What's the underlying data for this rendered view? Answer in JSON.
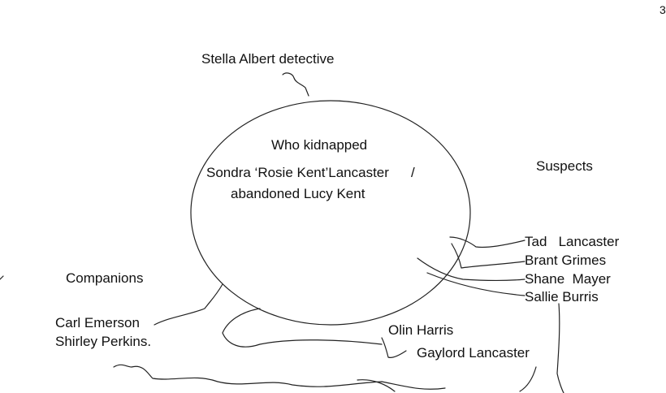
{
  "detective": "Stella Albert detective",
  "center": {
    "line1": "Who kidnapped",
    "line2": "Sondra ‘Rosie Kent’Lancaster",
    "separator": "/",
    "line3": "abandoned Lucy Kent"
  },
  "suspects": {
    "heading": "Suspects",
    "names": [
      "Tad   Lancaster",
      "Brant Grimes",
      "Shane  Mayer",
      "Sallie Burris"
    ]
  },
  "companions": {
    "heading": "Companions",
    "names": [
      "Carl Emerson",
      "Shirley Perkins."
    ]
  },
  "others": [
    "Olin Harris",
    "Gaylord Lancaster"
  ],
  "corner_mark": "3"
}
